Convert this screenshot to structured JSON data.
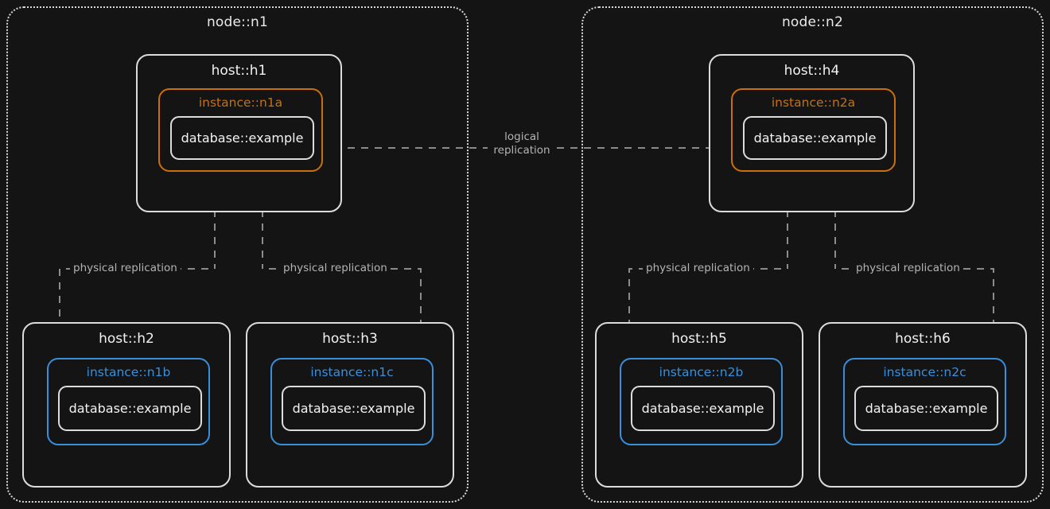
{
  "diagram": {
    "type": "replication-topology",
    "background": "#141414",
    "colors": {
      "primary_instance": "#c8700c",
      "replica_instance": "#3b8ed8",
      "box_border": "#dcdcdc",
      "node_border": "#d8d8d8",
      "edge": "#9a9a9a",
      "text": "#f2f2f2",
      "edge_text": "#b4b4b4"
    },
    "nodes": [
      {
        "id": "n1",
        "title": "node::n1",
        "hosts": [
          {
            "id": "h1",
            "title": "host::h1",
            "role": "primary",
            "instance": {
              "title": "instance::n1a",
              "role": "primary"
            },
            "database": {
              "label": "database::example"
            }
          },
          {
            "id": "h2",
            "title": "host::h2",
            "role": "replica",
            "instance": {
              "title": "instance::n1b",
              "role": "replica"
            },
            "database": {
              "label": "database::example"
            }
          },
          {
            "id": "h3",
            "title": "host::h3",
            "role": "replica",
            "instance": {
              "title": "instance::n1c",
              "role": "replica"
            },
            "database": {
              "label": "database::example"
            }
          }
        ]
      },
      {
        "id": "n2",
        "title": "node::n2",
        "hosts": [
          {
            "id": "h4",
            "title": "host::h4",
            "role": "primary",
            "instance": {
              "title": "instance::n2a",
              "role": "primary"
            },
            "database": {
              "label": "database::example"
            }
          },
          {
            "id": "h5",
            "title": "host::h5",
            "role": "replica",
            "instance": {
              "title": "instance::n2b",
              "role": "replica"
            },
            "database": {
              "label": "database::example"
            }
          },
          {
            "id": "h6",
            "title": "host::h6",
            "role": "replica",
            "instance": {
              "title": "instance::n2c",
              "role": "replica"
            },
            "database": {
              "label": "database::example"
            }
          }
        ]
      }
    ],
    "edges": {
      "logical": {
        "label_line1": "logical",
        "label_line2": "replication",
        "from": "n1a",
        "to": "n2a",
        "direction": "bidirectional",
        "style": "dashed"
      },
      "physical": [
        {
          "label": "physical replication",
          "from": "h1",
          "to": "h2",
          "style": "dashed"
        },
        {
          "label": "physical replication",
          "from": "h1",
          "to": "h3",
          "style": "dashed"
        },
        {
          "label": "physical replication",
          "from": "h4",
          "to": "h5",
          "style": "dashed"
        },
        {
          "label": "physical replication",
          "from": "h4",
          "to": "h6",
          "style": "dashed"
        }
      ]
    }
  }
}
